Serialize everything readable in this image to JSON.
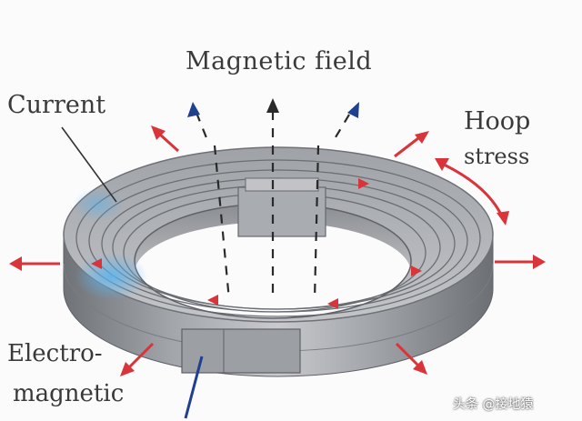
{
  "diagram": {
    "labels": {
      "magnetic_field": "Magnetic field",
      "current": "Current",
      "hoop_line1": "Hoop",
      "hoop_line2": "stress",
      "electromagnetic_line1": "Electro-",
      "electromagnetic_line2": "magnetic"
    },
    "watermark": "头条 @接地猿",
    "colors": {
      "ring_body": "#8e9196",
      "ring_top": "#b9bbbf",
      "stress_arrow": "#d9343a",
      "field_arrow": "#1f3f8f",
      "dashed_line": "#2a2a2a",
      "current_glow": "#4da3e0"
    },
    "icons": {
      "hoop_arrow": "red-arrow-icon",
      "field_arrow": "blue-arrow-icon"
    }
  }
}
